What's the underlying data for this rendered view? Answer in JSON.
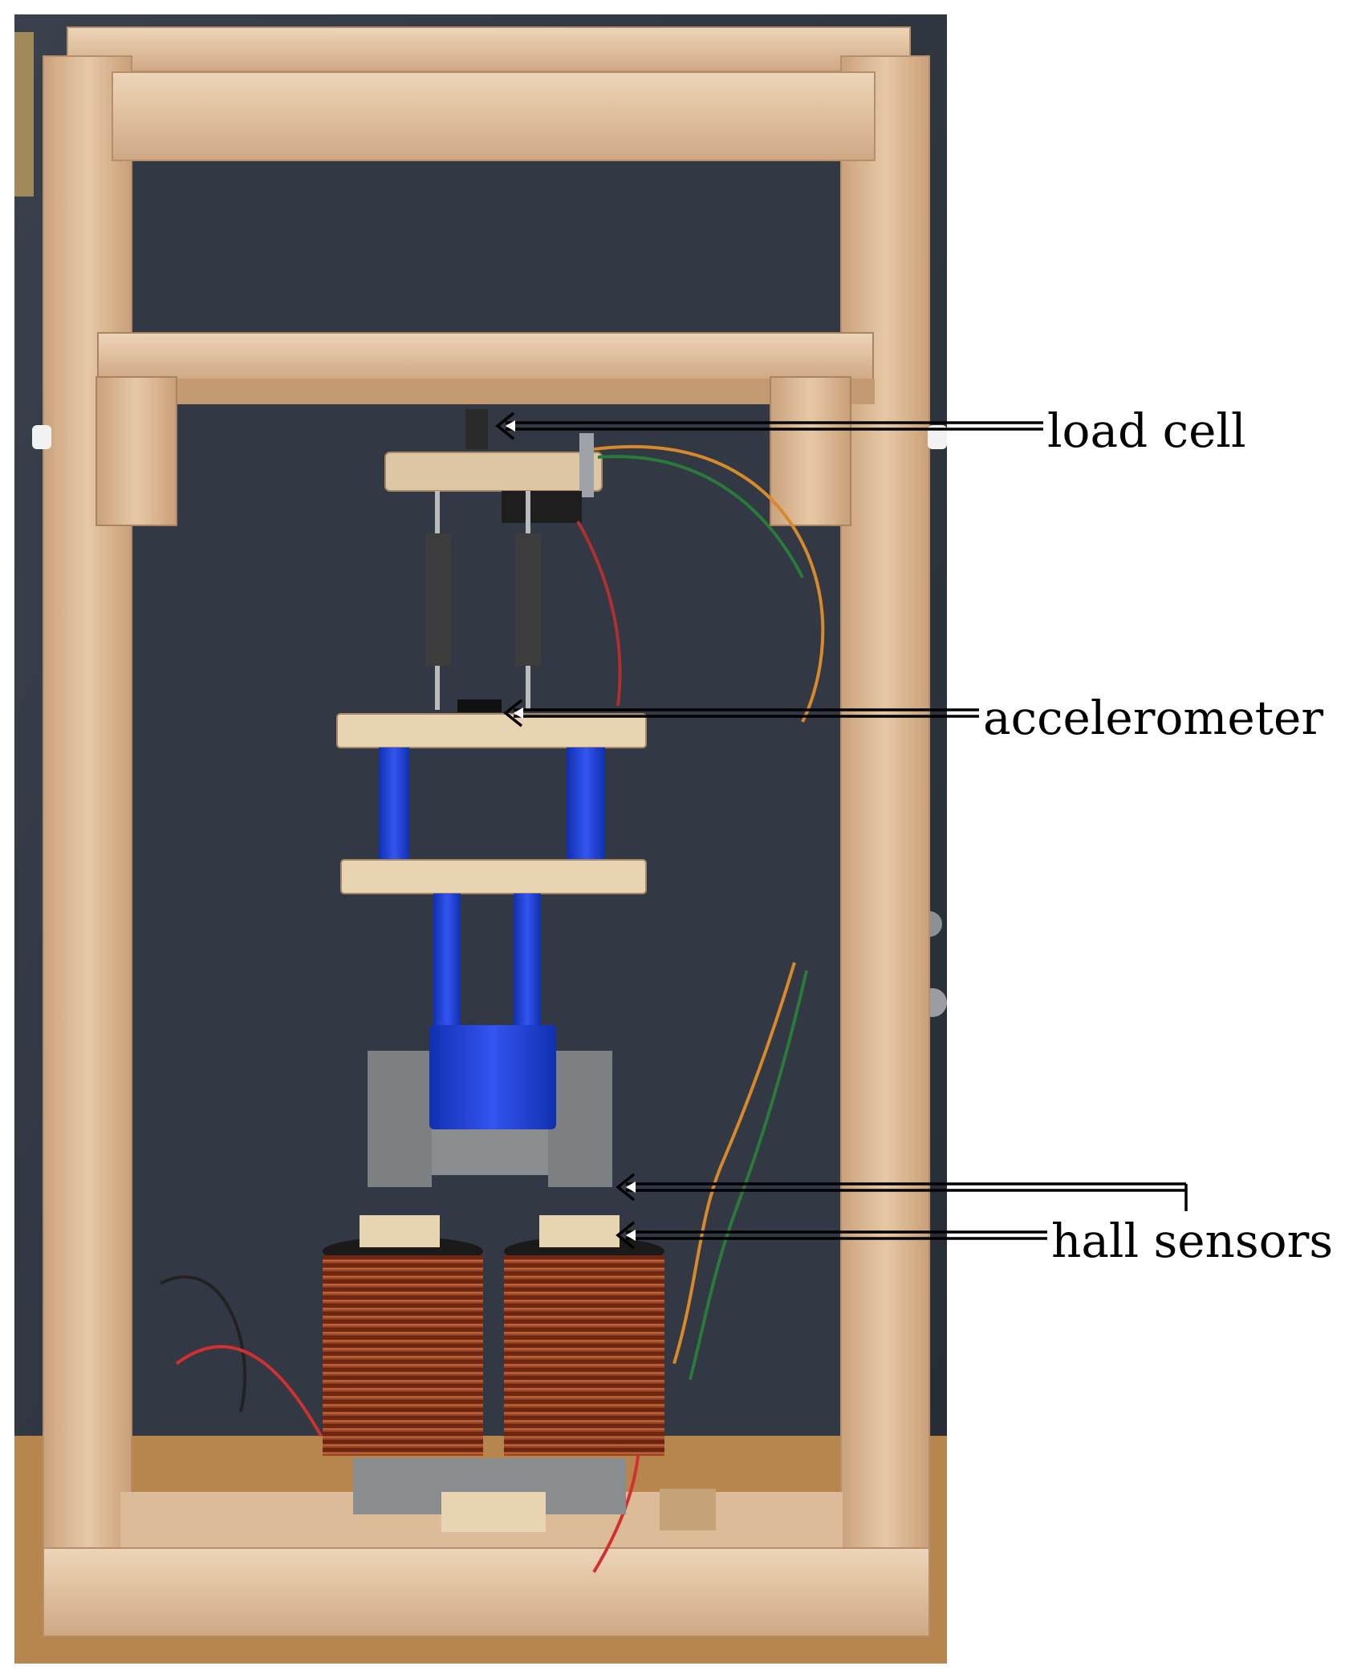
{
  "labels": {
    "load_cell": "load cell",
    "accelerometer": "accelerometer",
    "hall_sensors": "hall sensors"
  },
  "colors": {
    "wood": "#e2c2a0",
    "wood_dark": "#c99f78",
    "background": "#2f3540",
    "blue_parts": "#1f3fd6",
    "copper": "#7a2f17",
    "steel": "#8a8d90"
  }
}
